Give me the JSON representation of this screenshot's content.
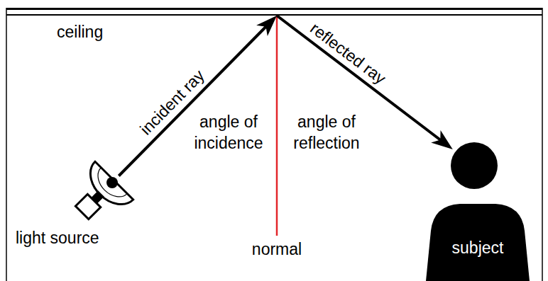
{
  "diagram": {
    "nodes": [
      {
        "text": [
          "ceiling"
        ]
      },
      {
        "text": [
          "light source"
        ]
      },
      {
        "text": [
          "subject"
        ]
      }
    ],
    "edges": [
      {
        "from": 1,
        "to": 0,
        "arrow": "to",
        "label": "incident ray"
      },
      {
        "from": 0,
        "to": 2,
        "arrow": "to",
        "label": "reflected ray"
      }
    ],
    "labels": [
      "angle of incidence",
      "angle of reflection",
      "normal"
    ]
  }
}
